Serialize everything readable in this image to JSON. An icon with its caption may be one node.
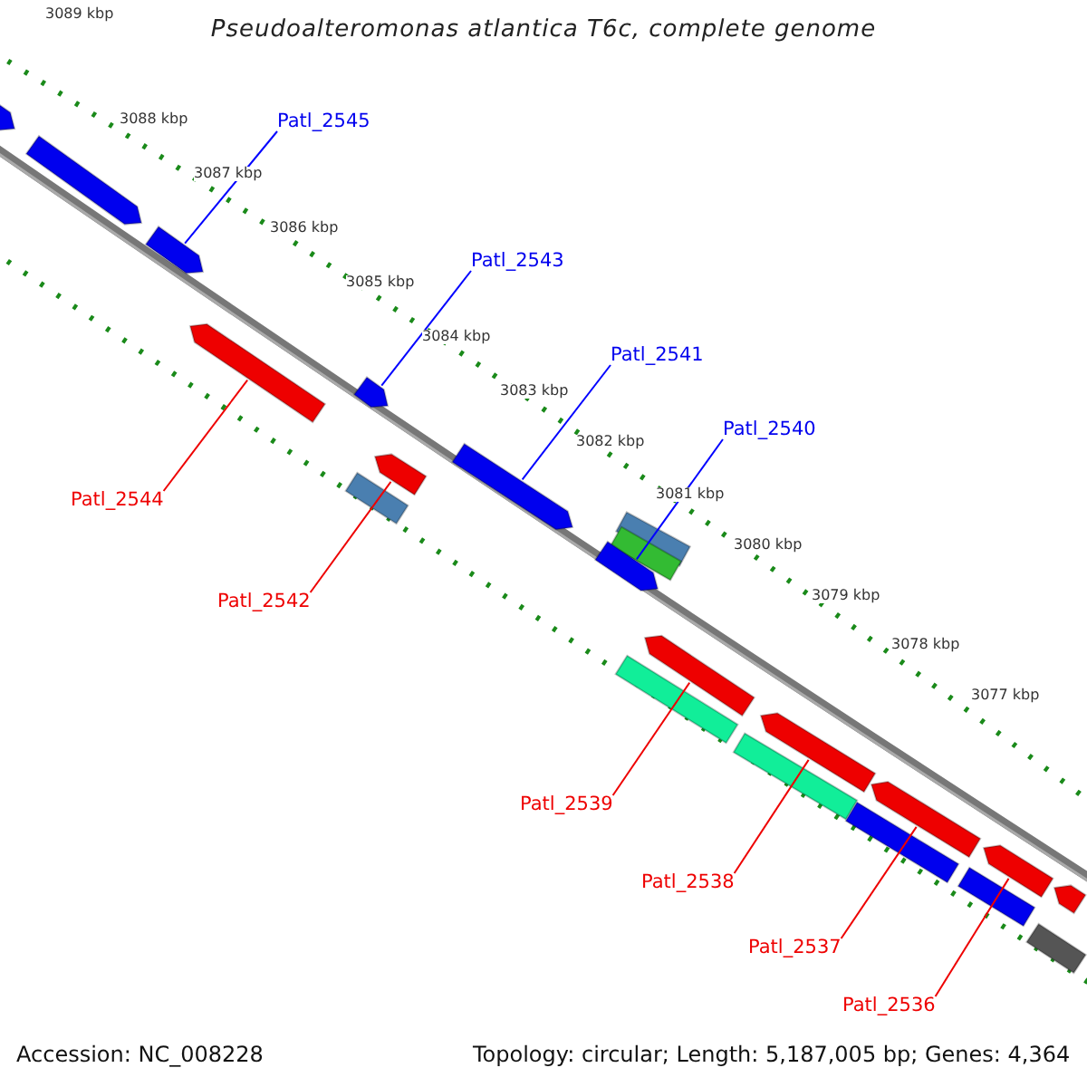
{
  "diagram": {
    "title": "Pseudoalteromonas atlantica T6c, complete genome",
    "nodes": [
      {
        "text": [
          "Patl_2545"
        ]
      },
      {
        "text": [
          "Patl_2543"
        ]
      },
      {
        "text": [
          "Patl_2541"
        ]
      },
      {
        "text": [
          "Patl_2540"
        ]
      },
      {
        "text": [
          "Patl_2544"
        ]
      },
      {
        "text": [
          "Patl_2542"
        ]
      },
      {
        "text": [
          "Patl_2539"
        ]
      },
      {
        "text": [
          "Patl_2538"
        ]
      },
      {
        "text": [
          "Patl_2537"
        ]
      },
      {
        "text": [
          "Patl_2536"
        ]
      },
      {
        "text": [],
        "shape": "bar"
      },
      {
        "text": [],
        "shape": "bar"
      },
      {
        "text": [],
        "shape": "bar"
      },
      {
        "text": [],
        "shape": "bar"
      },
      {
        "text": [],
        "shape": "bar"
      },
      {
        "text": [],
        "shape": "bar"
      },
      {
        "text": [],
        "shape": "bar"
      },
      {
        "text": [],
        "shape": "bar"
      },
      {
        "text": [],
        "shape": "bar"
      },
      {
        "text": [],
        "shape": "bar"
      },
      {
        "text": [],
        "shape": "bar"
      },
      {
        "text": [],
        "shape": "bar"
      },
      {
        "text": [],
        "shape": "bar"
      },
      {
        "text": [],
        "shape": "bar"
      },
      {
        "text": [],
        "shape": "bar"
      },
      {
        "text": [],
        "shape": "bar"
      },
      {
        "text": [],
        "shape": "bar"
      },
      {
        "text": [],
        "shape": "bar"
      },
      {
        "text": [],
        "shape": "bar"
      },
      {
        "text": [],
        "shape": "bar"
      },
      {
        "text": [],
        "shape": "bar"
      }
    ],
    "edges": [
      {
        "from": 0,
        "to": 12,
        "arrow": "none",
        "color": "#0000ff"
      },
      {
        "from": 1,
        "to": 14,
        "arrow": "none",
        "color": "#0000ff"
      },
      {
        "from": 2,
        "to": 17,
        "arrow": "none",
        "color": "#0000ff"
      },
      {
        "from": 3,
        "to": 20,
        "arrow": "none",
        "color": "#0000ff"
      },
      {
        "from": 4,
        "to": 13,
        "arrow": "none"
      },
      {
        "from": 5,
        "to": 15,
        "arrow": "none"
      },
      {
        "from": 6,
        "to": 21,
        "arrow": "none"
      },
      {
        "from": 7,
        "to": 23,
        "arrow": "none"
      },
      {
        "from": 8,
        "to": 25,
        "arrow": "none"
      },
      {
        "from": 9,
        "to": 27,
        "arrow": "none"
      }
    ],
    "labels": [
      "3089 kbp",
      "3088 kbp",
      "3087 kbp",
      "3086 kbp",
      "3085 kbp",
      "3084 kbp",
      "3083 kbp",
      "3082 kbp",
      "3081 kbp",
      "3080 kbp",
      "3079 kbp",
      "3078 kbp",
      "3077 kbp",
      "Accession: NC_008228",
      "Topology: circular; Length: 5,187,005 bp; Genes: 4,364"
    ]
  }
}
